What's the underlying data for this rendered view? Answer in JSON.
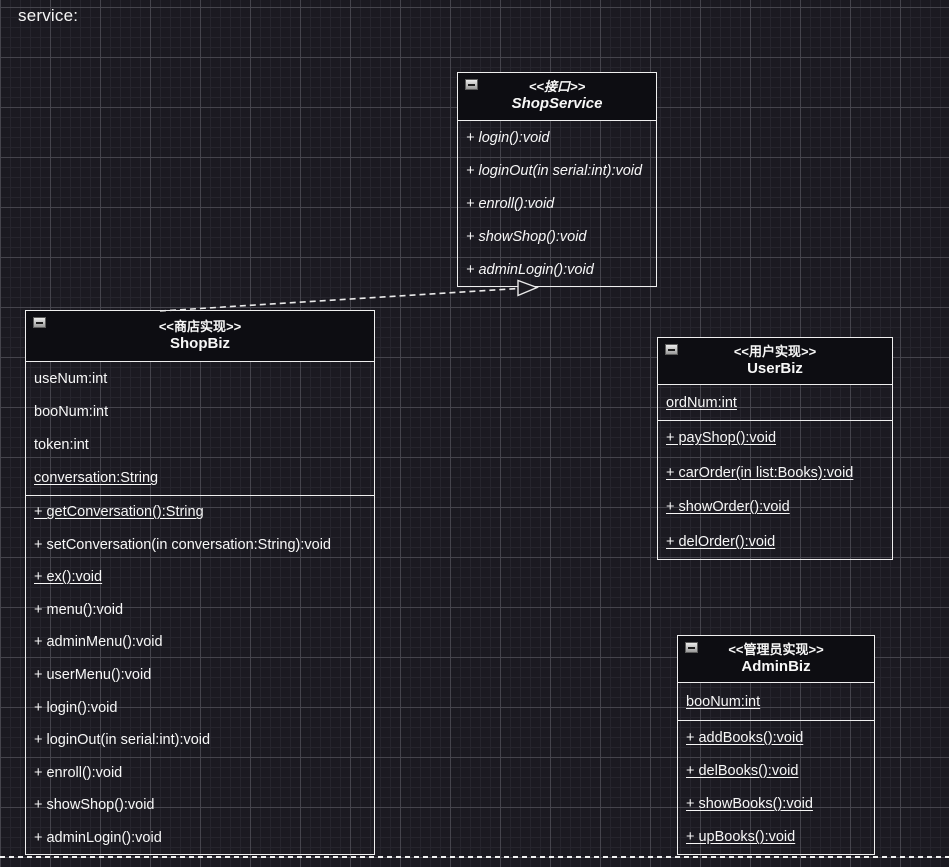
{
  "diagram": {
    "label": "service:",
    "colors": {
      "canvas_background": "#1b1a21",
      "grid_minor": "#26252d",
      "grid_major": "#45444c",
      "class_border": "#efefef",
      "class_header_fill": "#0d0d12",
      "text": "#f7f7f7"
    },
    "classes": [
      {
        "key": "shop-service",
        "stereotype": "<<接口>>",
        "name": "ShopService",
        "attributes": [],
        "methods": [
          {
            "text": "+ login():void",
            "static": false
          },
          {
            "text": "+ loginOut(in serial:int):void",
            "static": false
          },
          {
            "text": "+ enroll():void",
            "static": false
          },
          {
            "text": "+ showShop():void",
            "static": false
          },
          {
            "text": "+ adminLogin():void",
            "static": false
          }
        ]
      },
      {
        "key": "shop-biz",
        "stereotype": "<<商店实现>>",
        "name": "ShopBiz",
        "attributes": [
          {
            "text": "useNum:int",
            "static": false
          },
          {
            "text": "booNum:int",
            "static": false
          },
          {
            "text": "token:int",
            "static": false
          },
          {
            "text": "conversation:String",
            "static": true
          }
        ],
        "methods": [
          {
            "text": "+ getConversation():String",
            "static": true
          },
          {
            "text": "+ setConversation(in conversation:String):void",
            "static": false
          },
          {
            "text": "+ ex():void",
            "static": true
          },
          {
            "text": "+ menu():void",
            "static": false
          },
          {
            "text": "+ adminMenu():void",
            "static": false
          },
          {
            "text": "+ userMenu():void",
            "static": false
          },
          {
            "text": "+ login():void",
            "static": false
          },
          {
            "text": "+ loginOut(in serial:int):void",
            "static": false
          },
          {
            "text": "+ enroll():void",
            "static": false
          },
          {
            "text": "+ showShop():void",
            "static": false
          },
          {
            "text": "+ adminLogin():void",
            "static": false
          }
        ]
      },
      {
        "key": "user-biz",
        "stereotype": "<<用户实现>>",
        "name": "UserBiz",
        "attributes": [
          {
            "text": "ordNum:int",
            "static": true
          }
        ],
        "methods": [
          {
            "text": "+ payShop():void",
            "static": true
          },
          {
            "text": "+ carOrder(in list:Books):void",
            "static": true
          },
          {
            "text": "+ showOrder():void",
            "static": true
          },
          {
            "text": "+ delOrder():void",
            "static": true
          }
        ]
      },
      {
        "key": "admin-biz",
        "stereotype": "<<管理员实现>>",
        "name": "AdminBiz",
        "attributes": [
          {
            "text": "booNum:int",
            "static": true
          }
        ],
        "methods": [
          {
            "text": "+ addBooks():void",
            "static": true
          },
          {
            "text": "+ delBooks():void",
            "static": true
          },
          {
            "text": "+ showBooks():void",
            "static": true
          },
          {
            "text": "+ upBooks():void",
            "static": true
          }
        ]
      }
    ],
    "relations": [
      {
        "type": "realization",
        "from": "ShopBiz",
        "to": "ShopService",
        "line_style": "dashed",
        "arrowhead": "hollow-triangle"
      }
    ]
  }
}
